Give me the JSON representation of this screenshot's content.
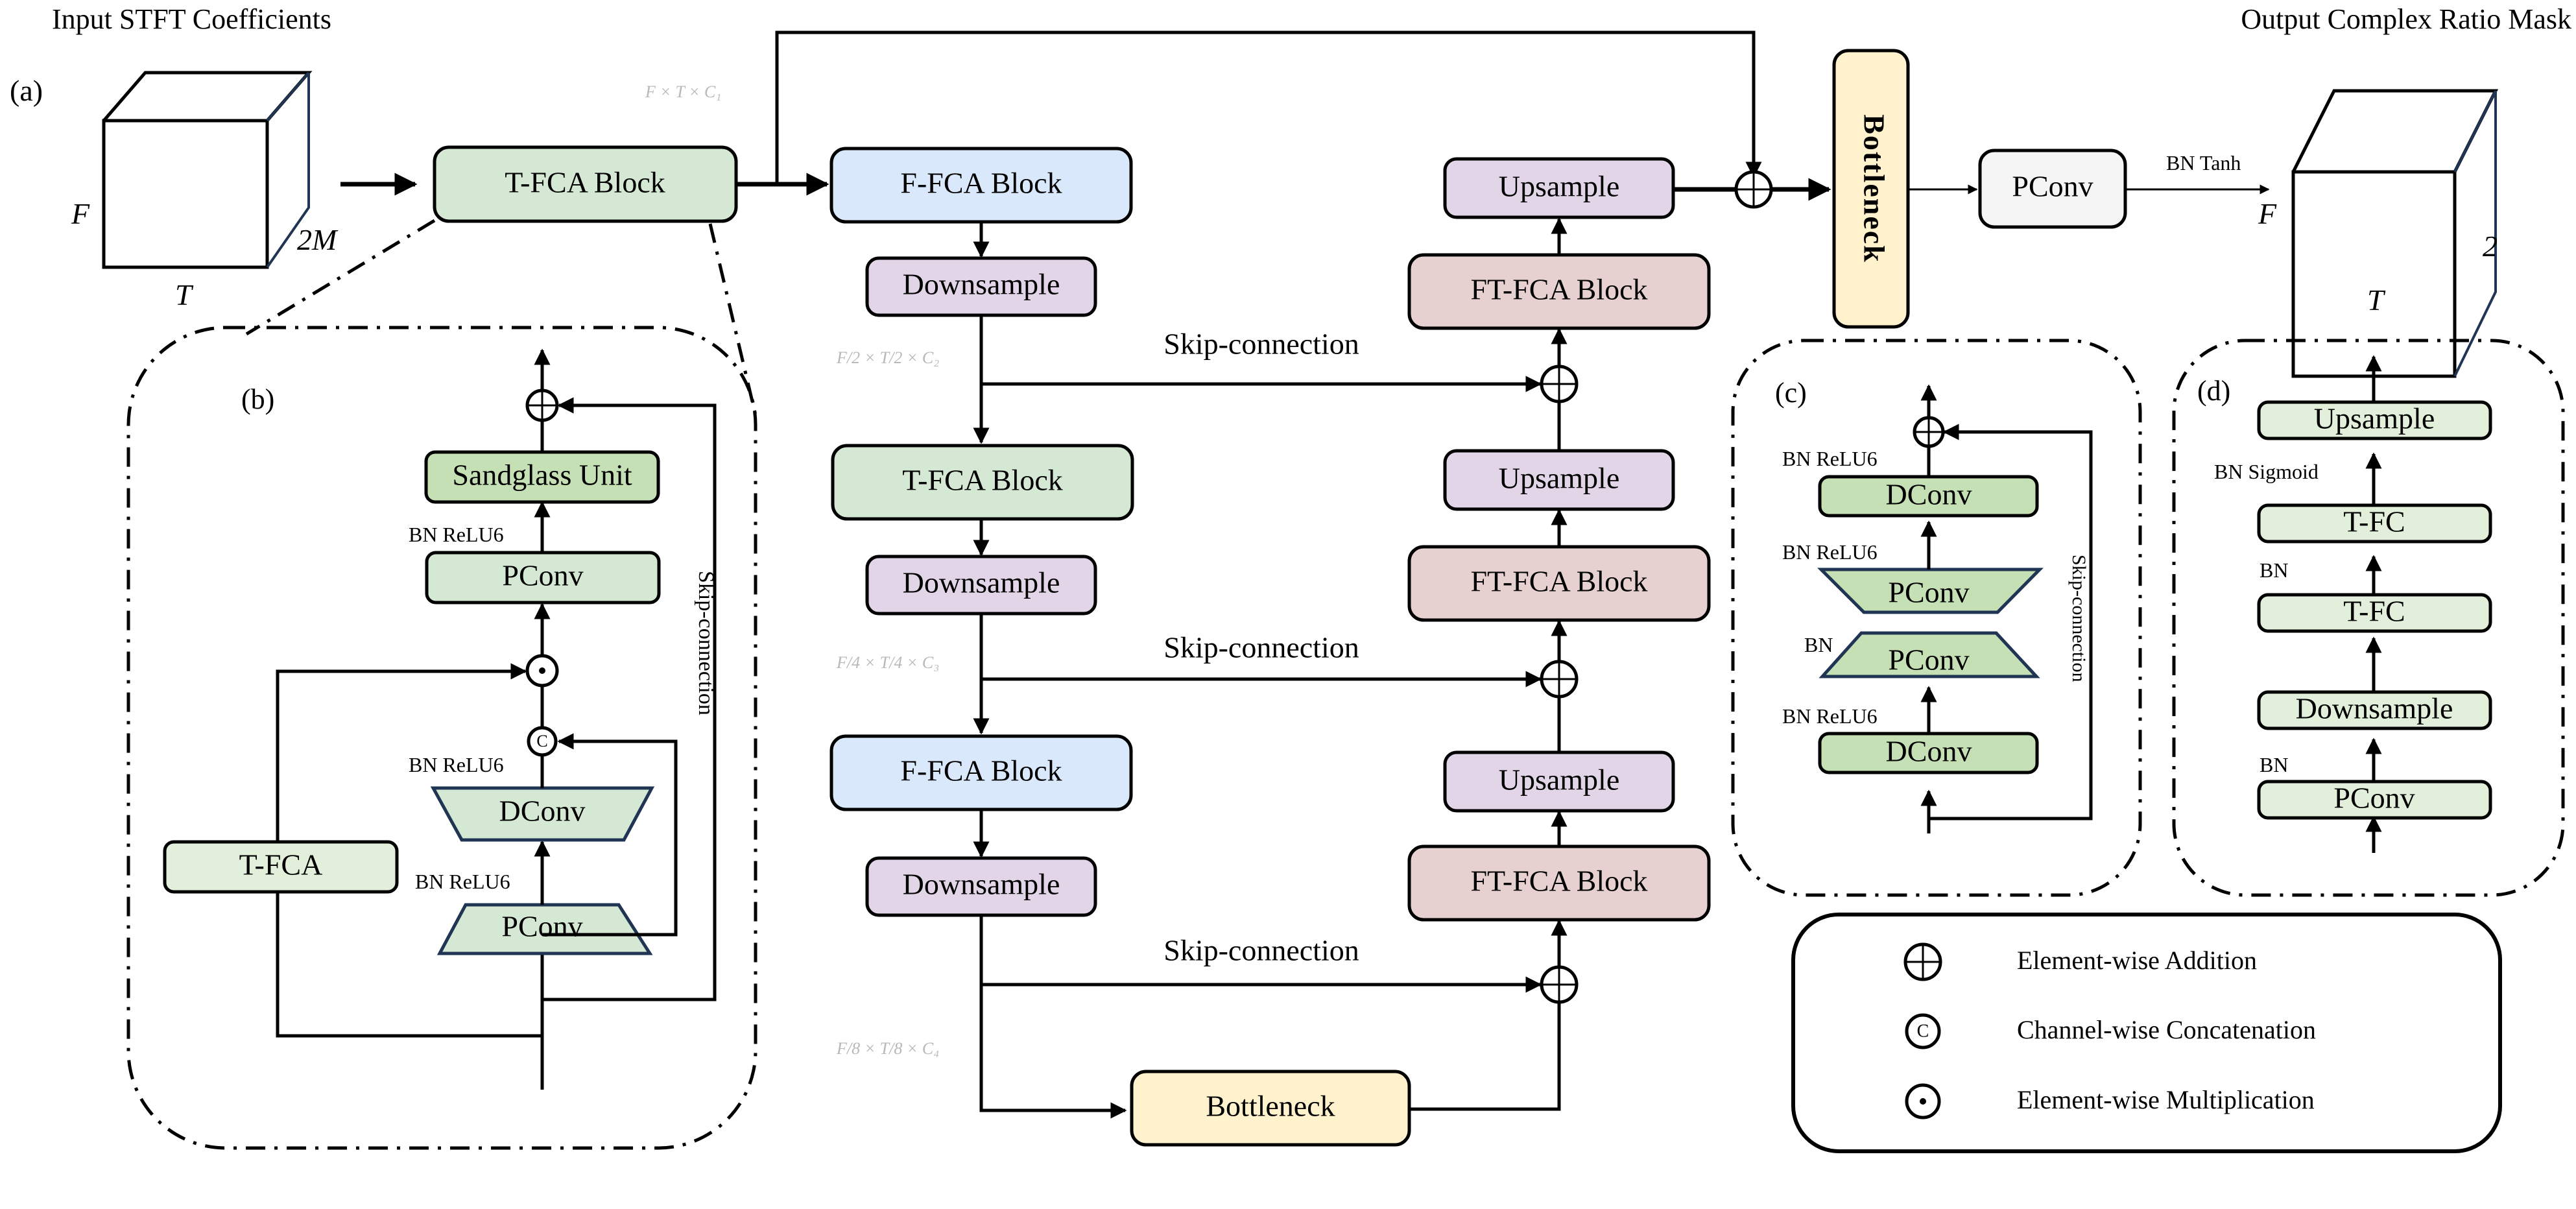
{
  "colors": {
    "tfca": "#d5e8d4",
    "ffca": "#dae8fc",
    "sample": "#e1d5e7",
    "ftfca": "#e6d0d0",
    "bottleneck": "#fff2cc",
    "pconv_out": "#f5f5f5",
    "sandglass": "#c5e0b4",
    "inner_green": "#d5e8d4",
    "d_green": "#e2efda"
  },
  "titles": {
    "input": "Input STFT Coefficients",
    "output": "Output Complex Ratio Mask"
  },
  "panel_labels": {
    "a": "(a)",
    "b": "(b)",
    "c": "(c)",
    "d": "(d)"
  },
  "input_cube": {
    "height_label": "F",
    "width_label": "T",
    "depth_label": "2M"
  },
  "output_cube": {
    "height_label": "F",
    "width_label": "T",
    "depth_label": "2"
  },
  "dims": {
    "d1": "F × T × C₁",
    "d2": "F/2 × T/2 × C₂",
    "d3": "F/4 × T/4 × C₃",
    "d4": "F/8 × T/8 × C₄"
  },
  "main": {
    "tfca_in": "T-FCA Block",
    "enc": [
      {
        "block": "F-FCA Block",
        "down": "Downsample"
      },
      {
        "block": "T-FCA Block",
        "down": "Downsample"
      },
      {
        "block": "F-FCA Block",
        "down": "Downsample"
      }
    ],
    "bottleneck_mid": "Bottleneck",
    "dec": [
      {
        "up": "Upsample",
        "block": "FT-FCA Block"
      },
      {
        "up": "Upsample",
        "block": "FT-FCA Block"
      },
      {
        "up": "Upsample",
        "block": "FT-FCA Block"
      }
    ],
    "skip_label": "Skip-connection",
    "bottleneck_out": "Bottleneck",
    "pconv_out": "PConv",
    "out_act": "BN Tanh"
  },
  "panel_b": {
    "sandglass": "Sandglass Unit",
    "pconv_top": "PConv",
    "act1": "BN ReLU6",
    "act2": "BN ReLU6",
    "dconv": "DConv",
    "act3": "BN ReLU6",
    "pconv_bot": "PConv",
    "tfca": "T-FCA",
    "concat_symbol": "C",
    "skip_label": "Skip-connection"
  },
  "panel_c": {
    "act_top": "BN ReLU6",
    "dconv_top": "DConv",
    "act_mid": "BN ReLU6",
    "pconv_top": "PConv",
    "act_bn": "BN",
    "pconv_bot": "PConv",
    "act_bot": "BN ReLU6",
    "dconv_bot": "DConv",
    "skip_label": "Skip-connection"
  },
  "panel_d": {
    "upsample": "Upsample",
    "act_sig": "BN Sigmoid",
    "tfc_top": "T-FC",
    "act_bn1": "BN",
    "tfc_bot": "T-FC",
    "downsample": "Downsample",
    "act_bn2": "BN",
    "pconv": "PConv"
  },
  "legend": {
    "items": [
      {
        "symbol": "add",
        "label": "Element-wise Addition"
      },
      {
        "symbol": "concat",
        "label": "Channel-wise Concatenation",
        "glyph": "C"
      },
      {
        "symbol": "mul",
        "label": "Element-wise Multiplication"
      }
    ]
  }
}
